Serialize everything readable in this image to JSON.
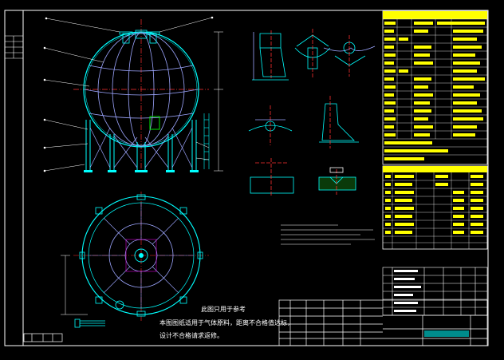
{
  "drawing_note": {
    "title": "此图只用于参考",
    "lines": [
      "本图图纸适用于气体原料，距离不合格值达标，",
      "设计不合格请求返修。"
    ]
  },
  "palette": {
    "background": "#000000",
    "frame": "#ffffff",
    "outline": "#00ffff",
    "structure": "#9da6ff",
    "centerline": "#ff3030",
    "table": "#ffff00",
    "accent": "#00ff00",
    "highlight": "#ff00ff"
  }
}
